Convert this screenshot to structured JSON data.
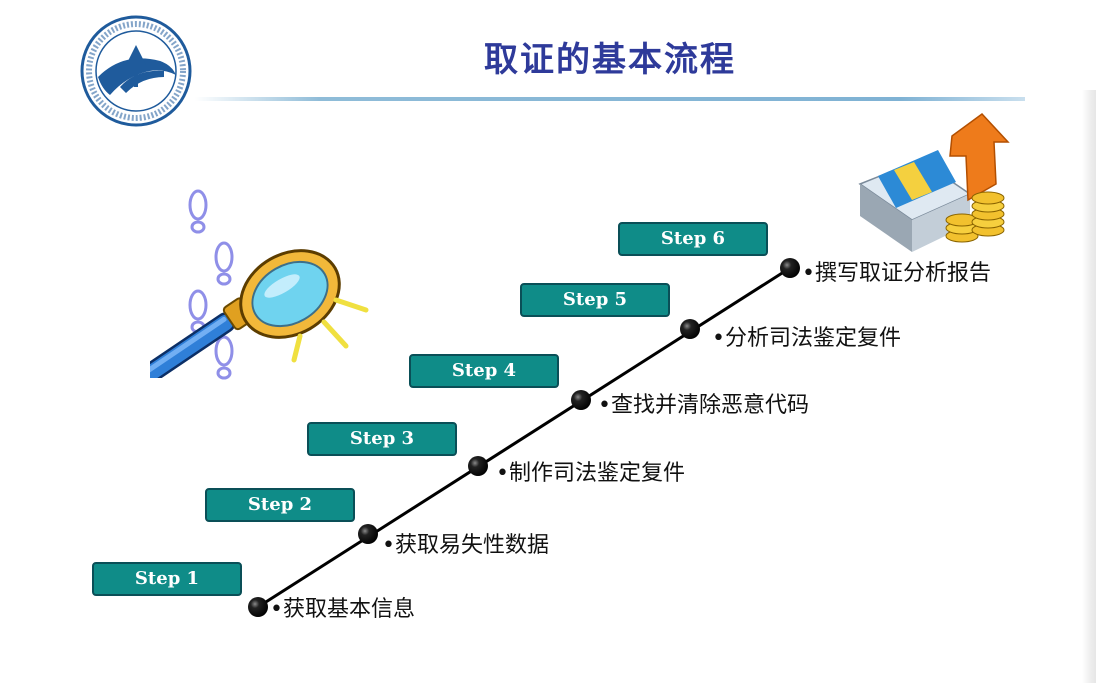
{
  "title": "取证的基本流程",
  "steps": [
    {
      "badge": "Step 1",
      "label": "•获取基本信息"
    },
    {
      "badge": "Step 2",
      "label": "•获取易失性数据"
    },
    {
      "badge": "Step 3",
      "label": "•制作司法鉴定复件"
    },
    {
      "badge": "Step 4",
      "label": "•查找并清除恶意代码"
    },
    {
      "badge": "Step 5",
      "label": "•分析司法鉴定复件"
    },
    {
      "badge": "Step 6",
      "label": "•撰写取证分析报告"
    }
  ],
  "icons": {
    "logo": "university-seal-icon",
    "magnifier": "magnifying-glass-icon",
    "footprints": "footprints-icon",
    "report": "report-chart-icon"
  },
  "colors": {
    "title": "#2e3a9a",
    "step_box": "#0f8c88",
    "step_border": "#0a4f57",
    "step_text": "#ffffff",
    "line": "#000000",
    "rule": "#8fbcd8"
  }
}
